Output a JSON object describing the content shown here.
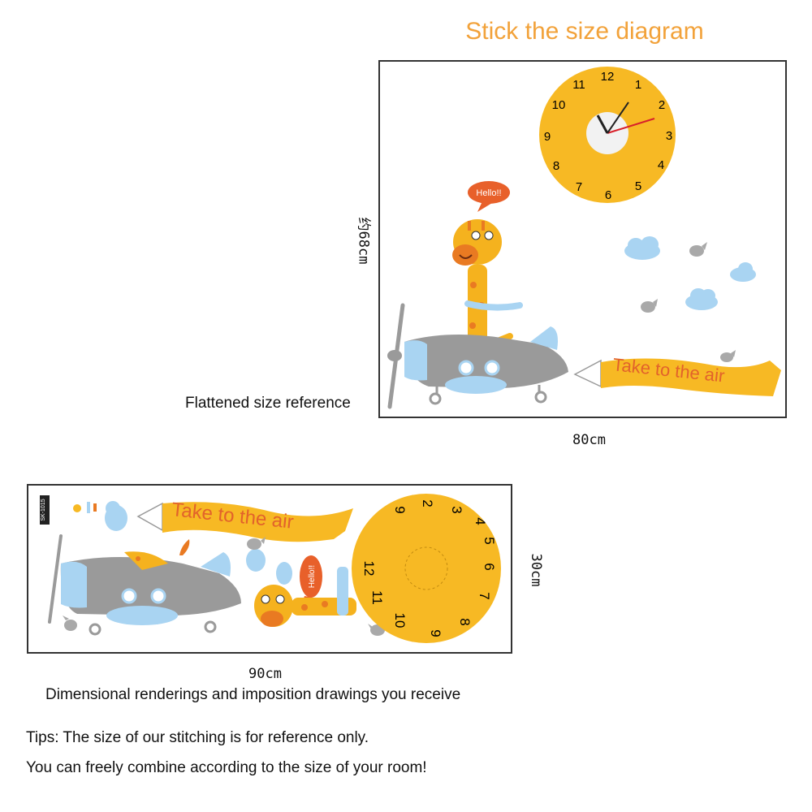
{
  "title": "Stick the size diagram",
  "flattened_label": "Flattened size reference",
  "flattened_width": "80cm",
  "flattened_height": "约68cm",
  "received_label": "Dimensional renderings and imposition drawings you receive",
  "received_width": "90cm",
  "received_height": "30cm",
  "tips": [
    "Tips: The size of our stitching is for reference only.",
    "You can freely combine according to the size of your room!"
  ],
  "banner_text": "Take to the air",
  "speech_text": "Hello!!",
  "clock_numbers": [
    "12",
    "1",
    "2",
    "3",
    "4",
    "5",
    "6",
    "7",
    "8",
    "9",
    "10",
    "11"
  ],
  "sheet_code": "SK-1015",
  "colors": {
    "title": "#f2a23a",
    "clock_yellow": "#f7b924",
    "plane_gray": "#9a9a9a",
    "plane_blue": "#a9d4f2",
    "banner_text": "#e2622b",
    "speech_bubble": "#e8602a",
    "cloud": "#a9d4f2",
    "bird": "#a9a9a9",
    "giraffe": "#f5b21e",
    "giraffe_spot": "#e97a22",
    "frame": "#333333"
  }
}
